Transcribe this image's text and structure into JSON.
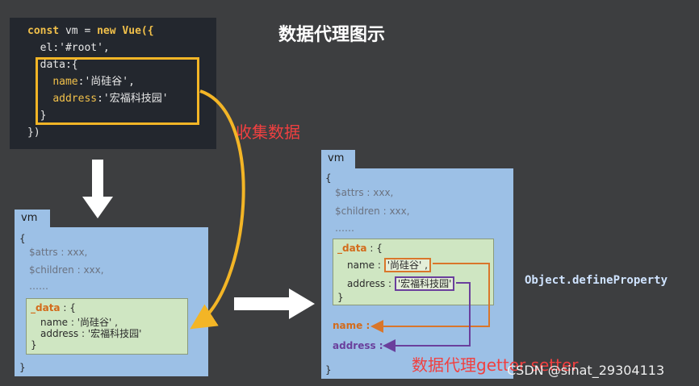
{
  "title": "数据代理图示",
  "code": {
    "line1": {
      "kw1": "const",
      "mid": " vm = ",
      "kw2": "new",
      "fn": " Vue({"
    },
    "line2": {
      "key": "el",
      "val": ":'#root',"
    },
    "line3": {
      "key": "data",
      "val": ":{"
    },
    "line4": {
      "key": "name",
      "val": ":'尚硅谷',"
    },
    "line5": {
      "key": "address",
      "val": ":'宏福科技园'"
    },
    "line6": "}",
    "line7": "})"
  },
  "collect_label": "收集数据",
  "left_vm": {
    "tab": "vm",
    "open_brace": "{",
    "attrs": "$attrs : xxx,",
    "children": "$children : xxx,",
    "ellipsis": "……",
    "data_label": "_data",
    "data_open": " : {",
    "name_line": "name : '尚硅谷' ,",
    "address_line": "address : '宏福科技园'",
    "data_close": "}",
    "close_brace": "}"
  },
  "right_vm": {
    "tab": "vm",
    "open_brace": "{",
    "attrs": "$attrs : xxx,",
    "children": "$children : xxx,",
    "ellipsis": "……",
    "data_label": "_data",
    "data_open": " : {",
    "name_key": "name : ",
    "name_val": "'尚硅谷' ,",
    "address_key": "address : ",
    "address_val": "'宏福科技园'",
    "data_close": "}",
    "name_proxy": "name :",
    "address_proxy": "address :",
    "close_brace": "}"
  },
  "define_property": "Object.defineProperty",
  "proxy_label": "数据代理getter setter",
  "watermark": "CSDN @sinat_29304113",
  "colors": {
    "background": "#3d3e40",
    "highlight_yellow": "#f3b526",
    "label_red": "#f04040",
    "getter_orange": "#d9762a",
    "setter_purple": "#6a3f9c",
    "vm_blue": "#9cc0e6",
    "data_green": "#cfe6c2"
  }
}
